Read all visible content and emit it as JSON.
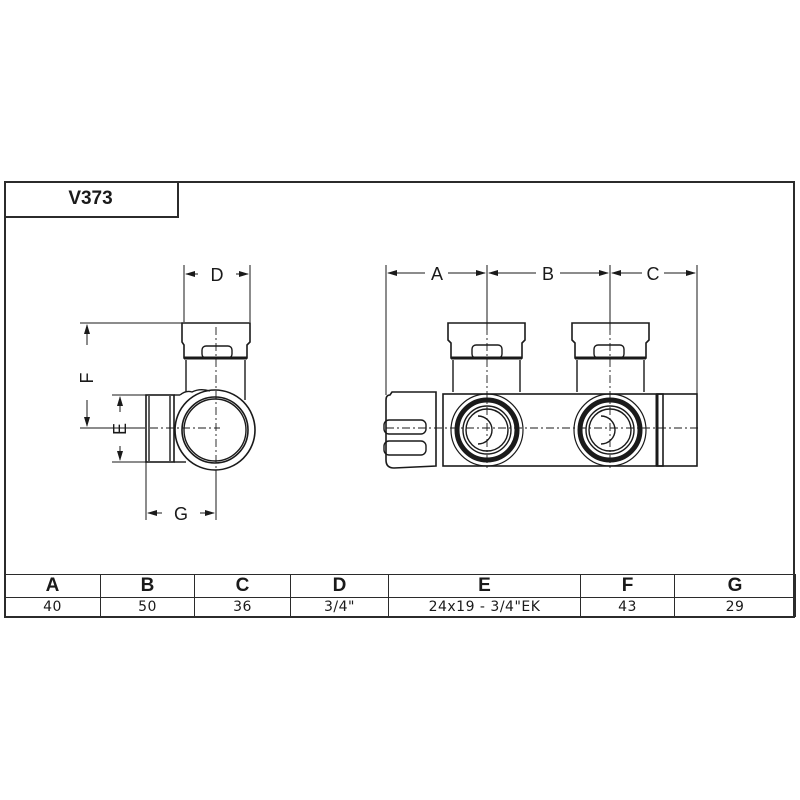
{
  "title": "V373",
  "views": {
    "side_view": {
      "dimension_labels": [
        "D",
        "F",
        "E",
        "G"
      ]
    },
    "front_view": {
      "dimension_labels": [
        "A",
        "B",
        "C"
      ]
    }
  },
  "spec_table": {
    "headers": [
      "A",
      "B",
      "C",
      "D",
      "E",
      "F",
      "G"
    ],
    "values": [
      "40",
      "50",
      "36",
      "3/4\"",
      "24x19 - 3/4\"EK",
      "43",
      "29"
    ]
  },
  "colors": {
    "line": "#1a1a1a",
    "background": "#ffffff"
  }
}
